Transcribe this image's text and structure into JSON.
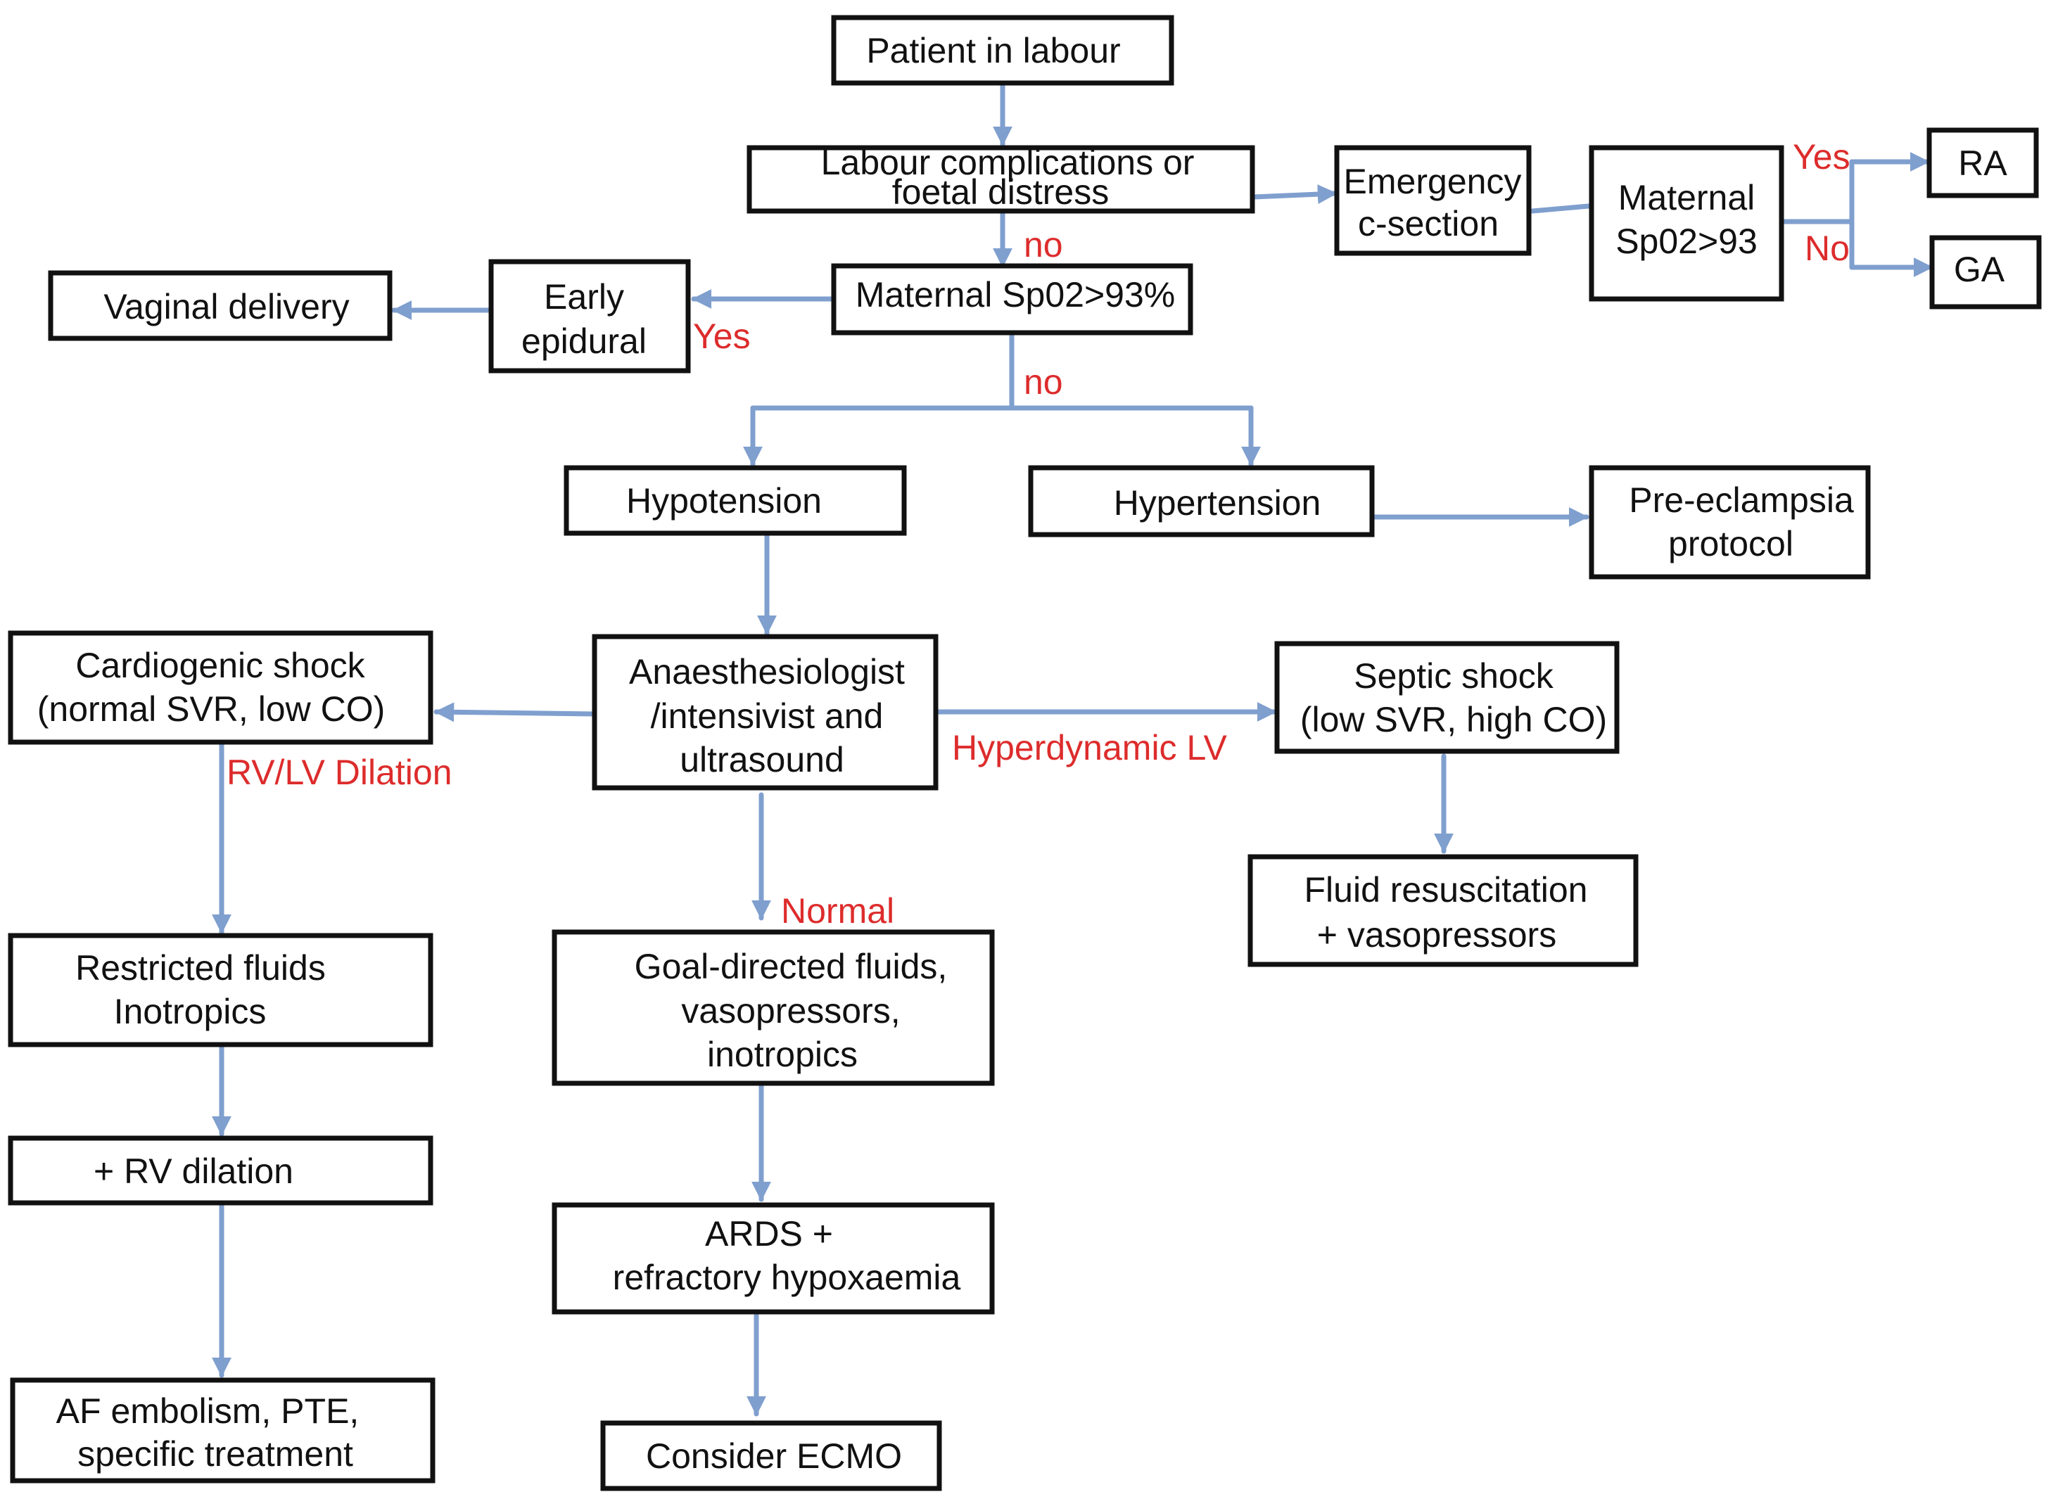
{
  "nodes": {
    "patient_in_labour": [
      "Patient in labour"
    ],
    "labour_complications": [
      "Labour complications or",
      "foetal distress"
    ],
    "emergency_c_section": [
      "Emergency",
      "c-section"
    ],
    "maternal_spo2_93_right": [
      "Maternal",
      "Sp02>93"
    ],
    "ra": [
      "RA"
    ],
    "ga": [
      "GA"
    ],
    "maternal_spo2_93_center": [
      "Maternal Sp02>93%"
    ],
    "early_epidural": [
      "Early",
      "epidural"
    ],
    "vaginal_delivery": [
      "Vaginal delivery"
    ],
    "hypotension": [
      "Hypotension"
    ],
    "hypertension": [
      "Hypertension"
    ],
    "pre_eclampsia_protocol": [
      "Pre-eclampsia",
      "protocol"
    ],
    "anaesthesiologist_ultrasound": [
      "Anaesthesiologist",
      "/intensivist and",
      "ultrasound"
    ],
    "cardiogenic_shock": [
      "Cardiogenic shock",
      "(normal SVR, low CO)"
    ],
    "septic_shock": [
      "Septic shock",
      "(low SVR, high CO)"
    ],
    "fluid_resuscitation": [
      "Fluid resuscitation",
      "+ vasopressors"
    ],
    "restricted_fluids": [
      "Restricted fluids",
      "Inotropics"
    ],
    "goal_directed_fluids": [
      "Goal-directed fluids,",
      "vasopressors,",
      "inotropics"
    ],
    "rv_dilation": [
      "+ RV dilation"
    ],
    "ards": [
      "ARDS +",
      "refractory hypoxaemia"
    ],
    "af_embolism": [
      "AF embolism, PTE,",
      "specific treatment"
    ],
    "consider_ecmo": [
      "Consider ECMO"
    ]
  },
  "edge_labels": {
    "no_to_center_spo2": "no",
    "yes_to_epidural": "Yes",
    "no_to_branches": "no",
    "yes_to_ra": "Yes",
    "no_to_ga": "No",
    "rv_lv_dilation": "RV/LV Dilation",
    "hyperdynamic_lv": "Hyperdynamic LV",
    "normal": "Normal"
  },
  "colors": {
    "connector": "#7f9fce",
    "label_red": "#dd2c2c",
    "box_border": "#111111",
    "background": "#ffffff"
  }
}
